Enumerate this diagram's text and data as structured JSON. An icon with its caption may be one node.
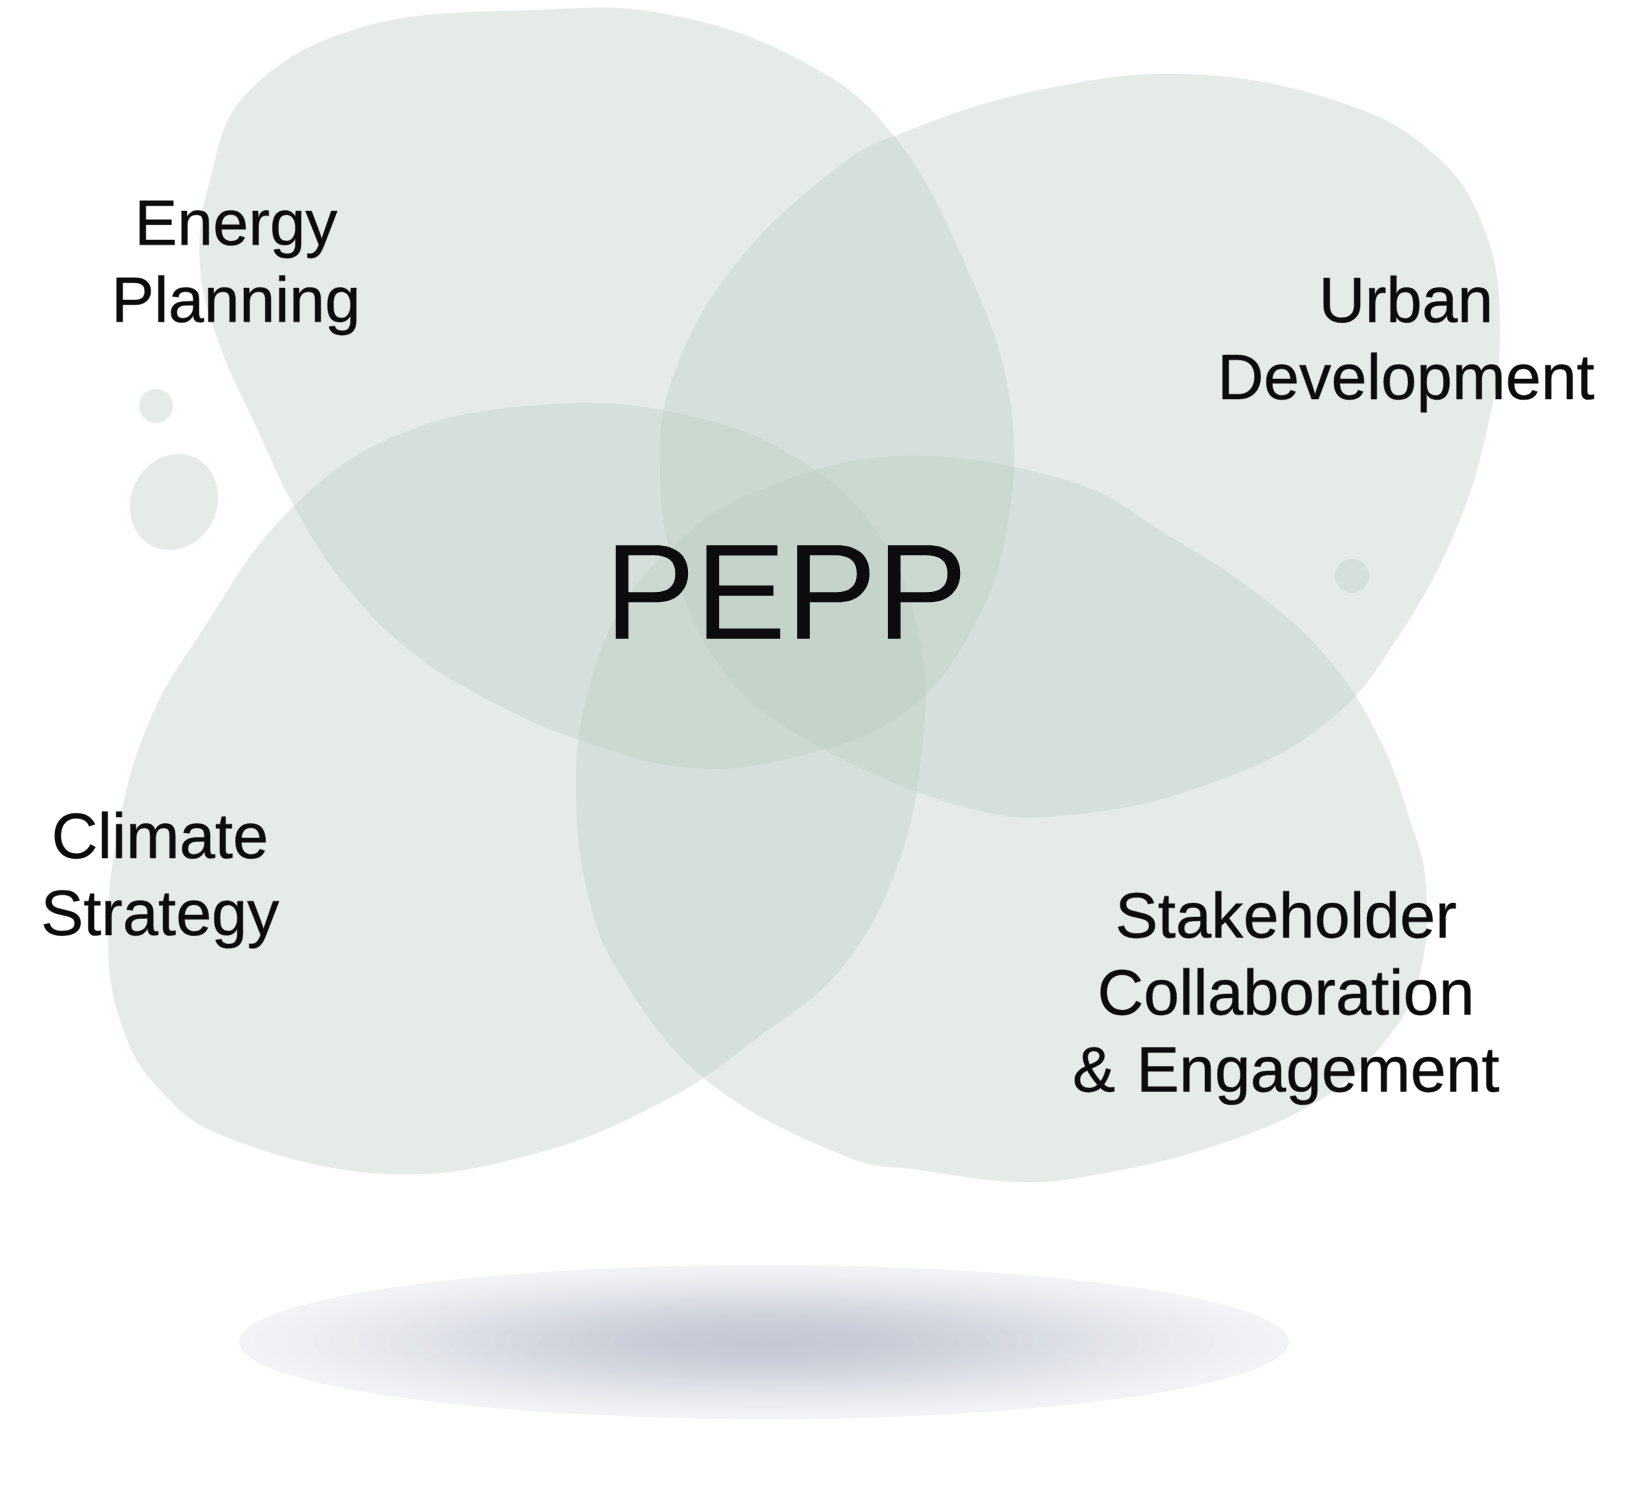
{
  "diagram": {
    "nodes": [
      {
        "text": [
          "Energy Planning"
        ]
      },
      {
        "text": [
          "Urban Development"
        ]
      },
      {
        "text": [
          "Climate Strategy"
        ]
      },
      {
        "text": [
          "Stakeholder Collaboration & Engagement"
        ]
      }
    ],
    "labels": [
      "PEPP"
    ]
  }
}
